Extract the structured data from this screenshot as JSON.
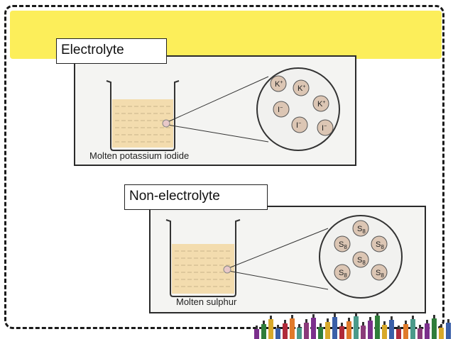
{
  "labels": {
    "electrolyte": "Electrolyte",
    "non_electrolyte": "Non-electrolyte"
  },
  "captions": {
    "electrolyte": "Molten potassium iodide",
    "non_electrolyte": "Molten sulphur"
  },
  "electrolyte_particles": [
    {
      "symbol": "K",
      "charge": "+"
    },
    {
      "symbol": "K",
      "charge": "+"
    },
    {
      "symbol": "I",
      "charge": "−"
    },
    {
      "symbol": "K",
      "charge": "+"
    },
    {
      "symbol": "I",
      "charge": "−"
    },
    {
      "symbol": "I",
      "charge": "−"
    }
  ],
  "non_electrolyte_particles": [
    {
      "symbol": "S",
      "sub": "8"
    },
    {
      "symbol": "S",
      "sub": "8"
    },
    {
      "symbol": "S",
      "sub": "8"
    },
    {
      "symbol": "S",
      "sub": "8"
    },
    {
      "symbol": "S",
      "sub": "8"
    },
    {
      "symbol": "S",
      "sub": "8"
    }
  ],
  "colors": {
    "banner": "#fcee5a",
    "liquid": "#f3dcae",
    "particle": "#dcc6b4"
  }
}
